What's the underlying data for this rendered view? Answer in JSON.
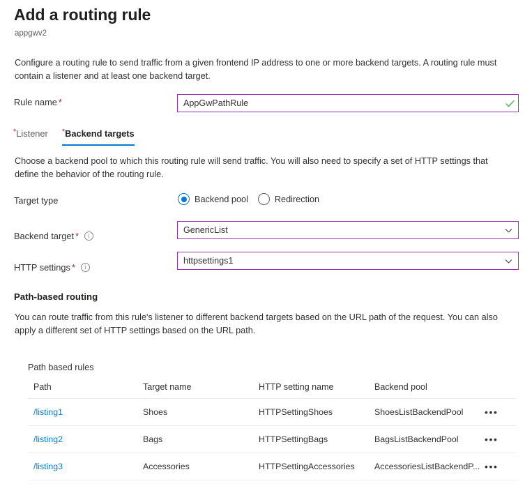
{
  "header": {
    "title": "Add a routing rule",
    "subtitle": "appgwv2"
  },
  "intro": "Configure a routing rule to send traffic from a given frontend IP address to one or more backend targets. A routing rule must contain a listener and at least one backend target.",
  "rule_name": {
    "label": "Rule name",
    "required_marker": "*",
    "value": "AppGwPathRule",
    "validation_icon": "green-check-icon",
    "border_color": "#9b30b5",
    "validation_color": "#5cb85c"
  },
  "tabs": [
    {
      "label": "Listener",
      "required_marker": "*",
      "active": false
    },
    {
      "label": "Backend targets",
      "required_marker": "*",
      "active": true
    }
  ],
  "tab_accent_color": "#0078d4",
  "section_copy": "Choose a backend pool to which this routing rule will send traffic. You will also need to specify a set of HTTP settings that define the behavior of the routing rule.",
  "target_type": {
    "label": "Target type",
    "options": [
      {
        "label": "Backend pool",
        "selected": true
      },
      {
        "label": "Redirection",
        "selected": false
      }
    ],
    "accent_color": "#0078d4"
  },
  "backend_target": {
    "label": "Backend target",
    "required_marker": "*",
    "info_icon": "info-icon",
    "value": "GenericList",
    "chevron": "chevron-down-icon"
  },
  "http_settings": {
    "label": "HTTP settings",
    "required_marker": "*",
    "info_icon": "info-icon",
    "value": "httpsettings1",
    "chevron": "chevron-down-icon"
  },
  "path_based_routing": {
    "heading": "Path-based routing",
    "copy": "You can route traffic from this rule's listener to different backend targets based on the URL path of the request. You can also apply a different set of HTTP settings based on the URL path."
  },
  "table": {
    "caption": "Path based rules",
    "columns": [
      "Path",
      "Target name",
      "HTTP setting name",
      "Backend pool",
      ""
    ],
    "link_color": "#0a7bd4",
    "rows": [
      {
        "path": "/listing1",
        "target_name": "Shoes",
        "http_setting_name": "HTTPSettingShoes",
        "backend_pool": "ShoesListBackendPool",
        "menu": "•••"
      },
      {
        "path": "/listing2",
        "target_name": "Bags",
        "http_setting_name": "HTTPSettingBags",
        "backend_pool": "BagsListBackendPool",
        "menu": "•••"
      },
      {
        "path": "/listing3",
        "target_name": "Accessories",
        "http_setting_name": "HTTPSettingAccessories",
        "backend_pool": "AccessoriesListBackendP...",
        "menu": "•••"
      }
    ]
  }
}
